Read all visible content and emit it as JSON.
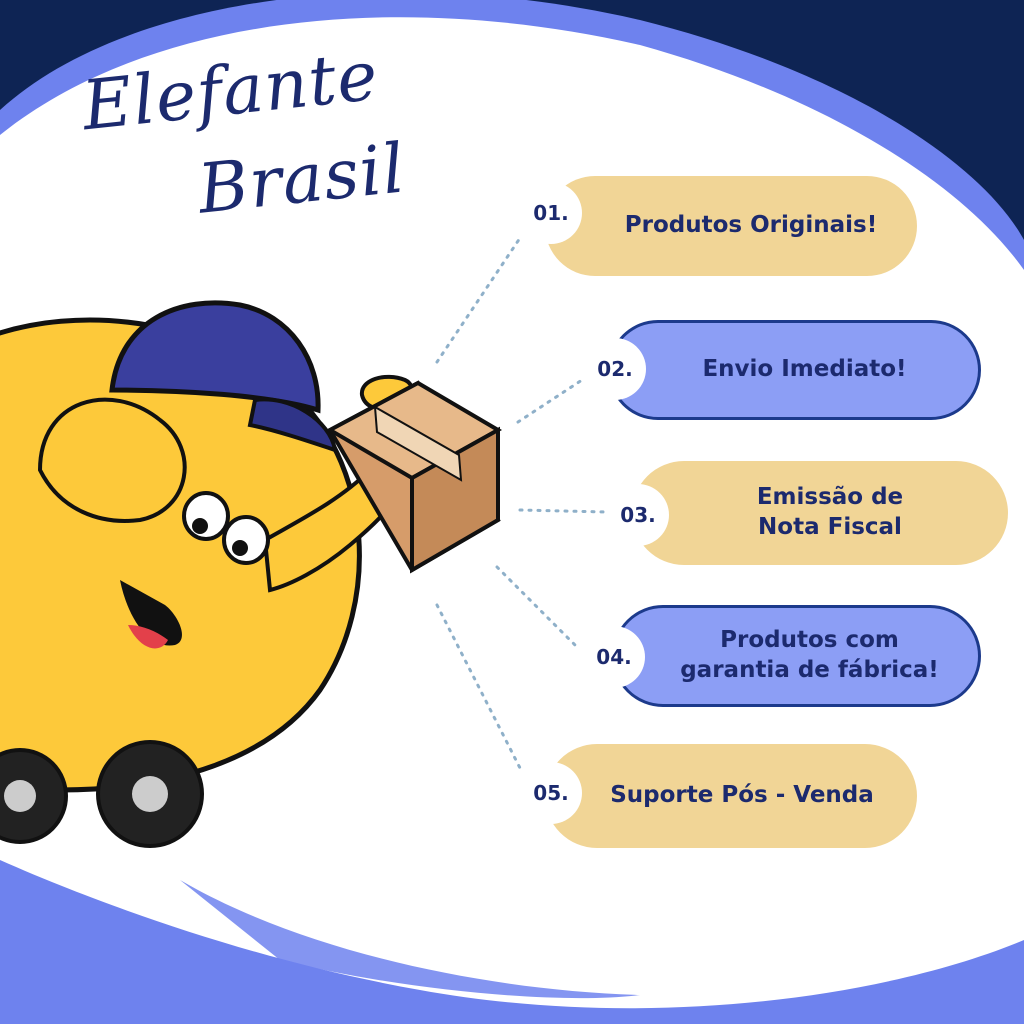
{
  "brand": {
    "title_line1": "Elefante",
    "title_line2": "Brasil"
  },
  "colors": {
    "navy": "#0e2454",
    "accent_blue": "#8c9ef5",
    "tan": "#f1d596",
    "text": "#1c2a6e",
    "mascot_yellow": "#fdc93a",
    "cap_blue": "#3a3f9e",
    "box_brown": "#d69c6a"
  },
  "features": [
    {
      "number": "01.",
      "lines": [
        "Produtos Originais!"
      ],
      "style": "tan"
    },
    {
      "number": "02.",
      "lines": [
        "Envio Imediato!"
      ],
      "style": "blue"
    },
    {
      "number": "03.",
      "lines": [
        "Emissão de",
        "Nota Fiscal"
      ],
      "style": "tan"
    },
    {
      "number": "04.",
      "lines": [
        "Produtos com",
        "garantia de fábrica!"
      ],
      "style": "blue"
    },
    {
      "number": "05.",
      "lines": [
        "Suporte Pós - Venda"
      ],
      "style": "tan"
    }
  ],
  "illustration": {
    "icon": "delivery-elephant-mascot-icon",
    "package_icon": "cardboard-box-icon"
  }
}
